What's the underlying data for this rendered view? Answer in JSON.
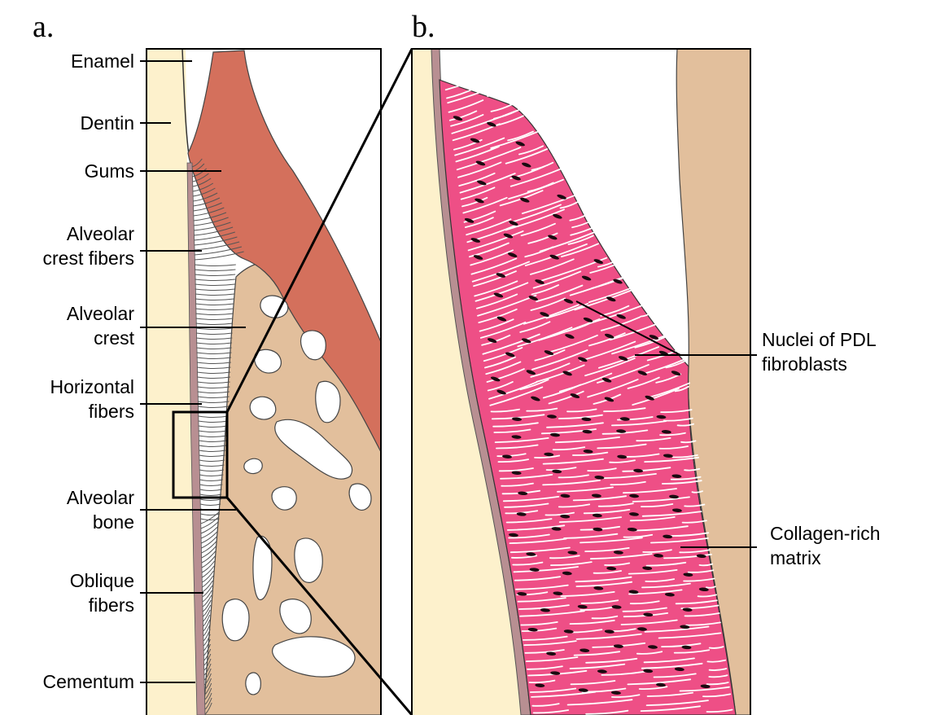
{
  "panels": {
    "a": "a.",
    "b": "b."
  },
  "labels_a": {
    "enamel": "Enamel",
    "dentin": "Dentin",
    "gums": "Gums",
    "alveolar_crest_fibers": [
      "Alveolar",
      "crest fibers"
    ],
    "alveolar_crest": [
      "Alveolar",
      "crest"
    ],
    "horizontal_fibers": [
      "Horizontal",
      "fibers"
    ],
    "alveolar_bone": [
      "Alveolar",
      "bone"
    ],
    "oblique_fibers": [
      "Oblique",
      "fibers"
    ],
    "cementum": "Cementum"
  },
  "labels_b": {
    "nuclei": [
      "Nuclei of PDL",
      "fibroblasts"
    ],
    "collagen": [
      "Collagen-rich",
      "matrix"
    ]
  },
  "colors": {
    "tooth": "#fdf1cc",
    "gum": "#d4705c",
    "bone": "#e2bf9c",
    "cementum": "#b88f92",
    "pdl_b": "#ee4f86",
    "fiber": "#555555",
    "line": "#000000"
  }
}
